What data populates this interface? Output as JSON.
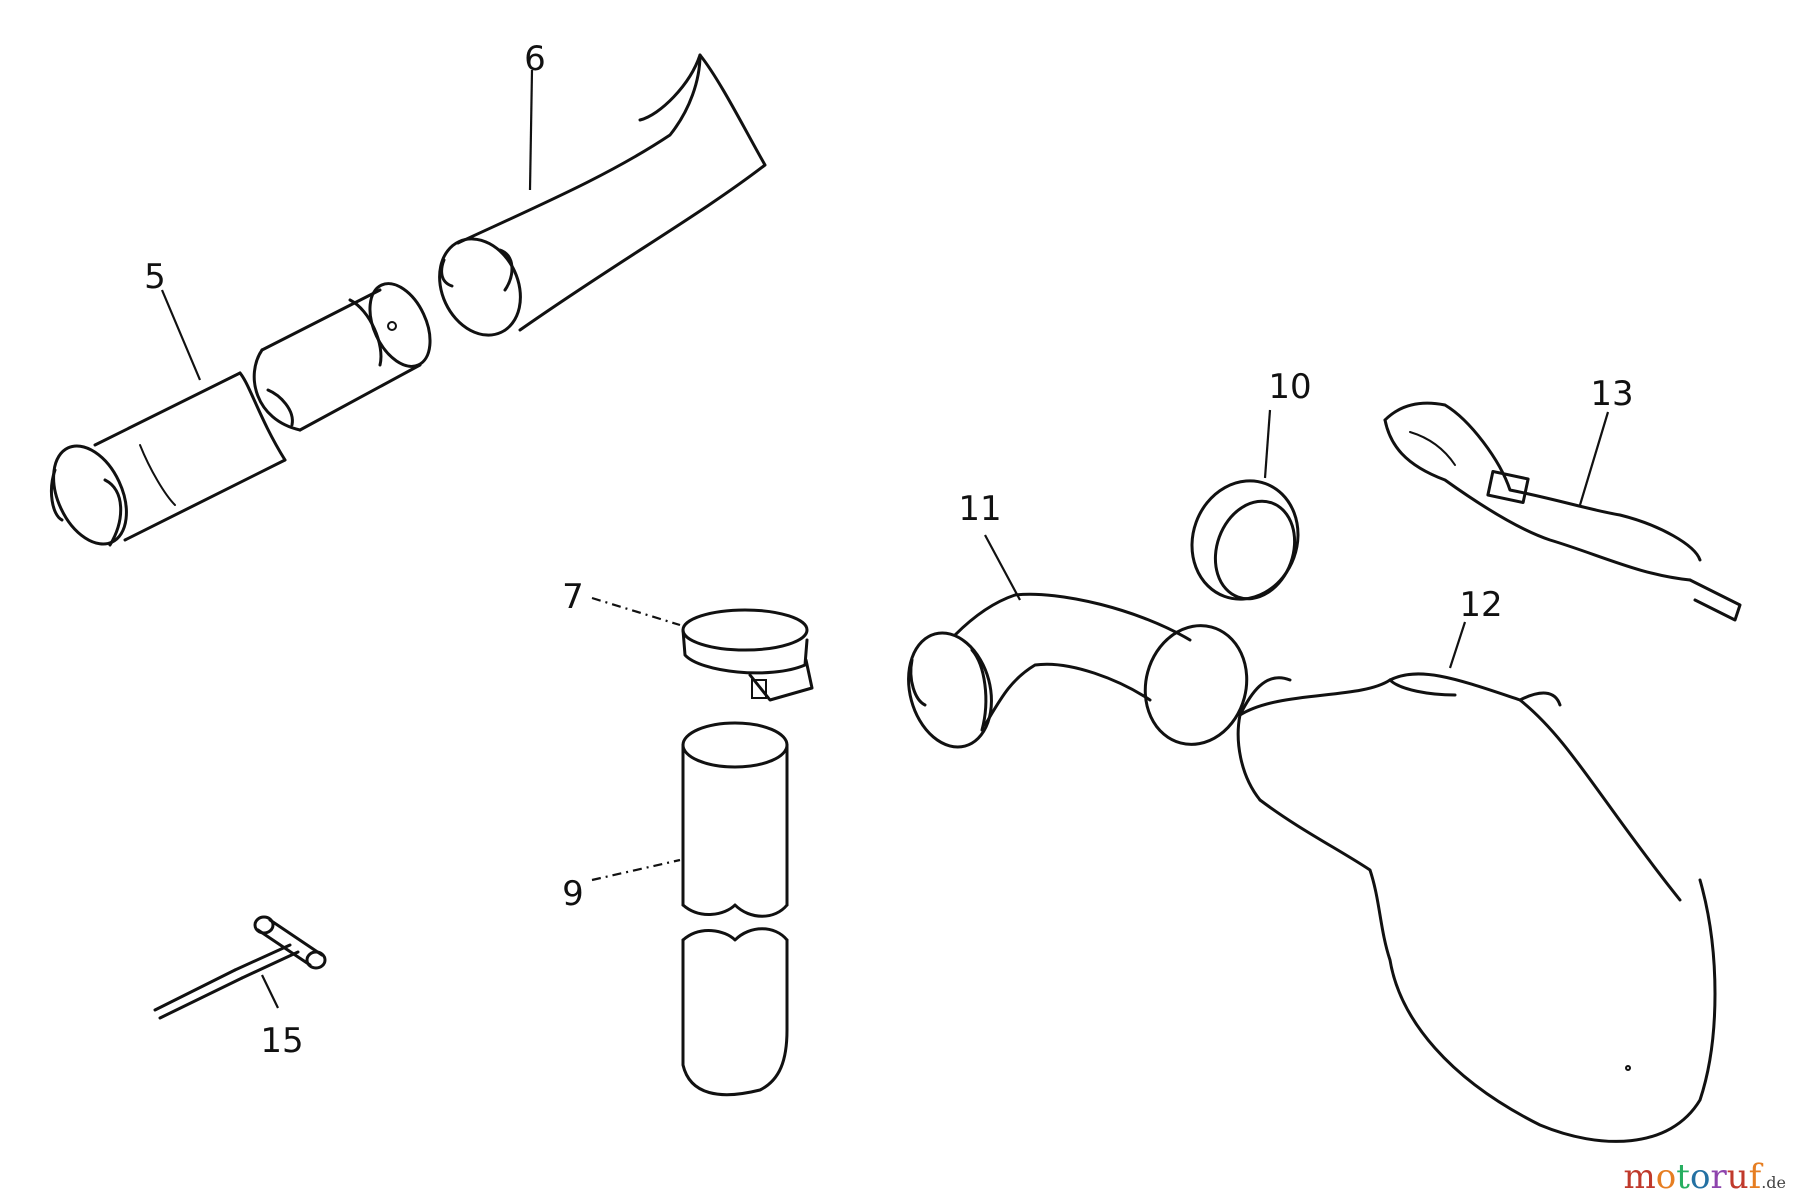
{
  "diagram": {
    "callouts": {
      "c5": "5",
      "c6": "6",
      "c7": "7",
      "c9": "9",
      "c10": "10",
      "c11": "11",
      "c12": "12",
      "c13": "13",
      "c15": "15"
    }
  },
  "watermark": {
    "text": "motoruf",
    "domain": ".de",
    "colors": [
      "#c0392b",
      "#e67e22",
      "#27ae60",
      "#2471a3",
      "#8e44ad"
    ]
  }
}
